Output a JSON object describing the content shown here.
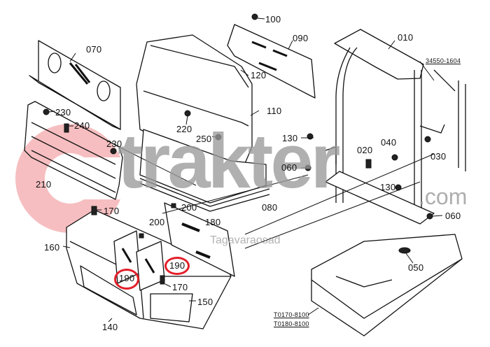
{
  "diagram": {
    "type": "exploded-parts-diagram",
    "highlight_color": "#e3202a",
    "line_color": "#111111",
    "parts": [
      {
        "id": "p010",
        "label": "010"
      },
      {
        "id": "p020",
        "label": "020"
      },
      {
        "id": "p030",
        "label": "030"
      },
      {
        "id": "p040",
        "label": "040"
      },
      {
        "id": "p050",
        "label": "050"
      },
      {
        "id": "p060a",
        "label": "060"
      },
      {
        "id": "p060b",
        "label": "060"
      },
      {
        "id": "p070",
        "label": "070"
      },
      {
        "id": "p080",
        "label": "080"
      },
      {
        "id": "p090",
        "label": "090"
      },
      {
        "id": "p100",
        "label": "100"
      },
      {
        "id": "p110",
        "label": "110"
      },
      {
        "id": "p120",
        "label": "120"
      },
      {
        "id": "p130a",
        "label": "130"
      },
      {
        "id": "p130b",
        "label": "130"
      },
      {
        "id": "p140",
        "label": "140"
      },
      {
        "id": "p150",
        "label": "150"
      },
      {
        "id": "p160",
        "label": "160"
      },
      {
        "id": "p170a",
        "label": "170"
      },
      {
        "id": "p170b",
        "label": "170"
      },
      {
        "id": "p180",
        "label": "180"
      },
      {
        "id": "p190a",
        "label": "190",
        "highlighted": true
      },
      {
        "id": "p190b",
        "label": "190",
        "highlighted": true
      },
      {
        "id": "p200a",
        "label": "200"
      },
      {
        "id": "p200b",
        "label": "200"
      },
      {
        "id": "p210",
        "label": "210"
      },
      {
        "id": "p220",
        "label": "220"
      },
      {
        "id": "p230a",
        "label": "230"
      },
      {
        "id": "p230b",
        "label": "230"
      },
      {
        "id": "p240",
        "label": "240"
      },
      {
        "id": "p250",
        "label": "250"
      }
    ],
    "references": {
      "ref_top": "34550-1604",
      "ref_bottom_1": "T0170-8100",
      "ref_bottom_2": "T0180-8100"
    }
  },
  "watermark": {
    "brand": "trakter",
    "domain": ".com",
    "subtitle": "Tagavaraosad",
    "logo_color": "#f08a8e",
    "text_color": "#9a9a9a"
  }
}
